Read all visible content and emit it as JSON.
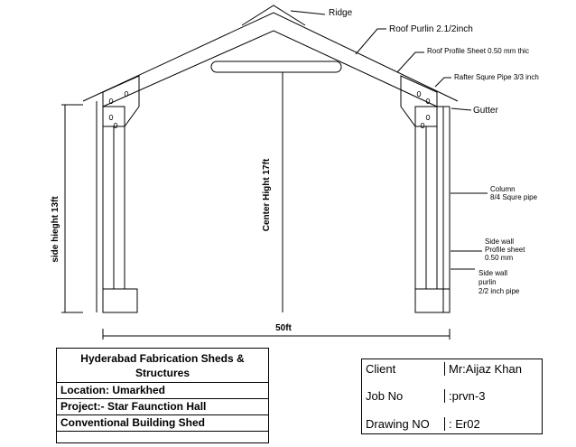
{
  "labels": {
    "ridge": "Ridge",
    "roof_purlin": "Roof Purlin 2.1/2inch",
    "roof_profile_sheet": "Roof Profile Sheet 0.50 mm thic",
    "rafter_pipe": "Rafter Squre Pipe 3/3 inch",
    "gutter": "Gutter",
    "column_line1": "Column",
    "column_line2": "8/4 Squre pipe",
    "side_wall_sheet_line1": "Side wall",
    "side_wall_sheet_line2": "Profile sheet",
    "side_wall_sheet_line3": "0.50 mm",
    "side_wall_purlin_line1": "Side wall",
    "side_wall_purlin_line2": "purlin",
    "side_wall_purlin_line3": "2/2 inch pipe"
  },
  "dimensions": {
    "side_height": "side hieght 13ft",
    "center_height": "Center Hight 17ft",
    "width": "50ft"
  },
  "title_block": {
    "company": "Hyderabad Fabrication Sheds & Structures",
    "location": "Location:  Umarkhed",
    "project": "Project:-  Star Faunction Hall",
    "type": "Conventional Building Shed",
    "blank": ""
  },
  "client_block": {
    "client_label": "Client",
    "client_value": "Mr:Aijaz Khan",
    "job_label": "Job No",
    "job_value": ":prvn-3",
    "drawing_label": "Drawing NO",
    "drawing_value": ": Er02"
  }
}
